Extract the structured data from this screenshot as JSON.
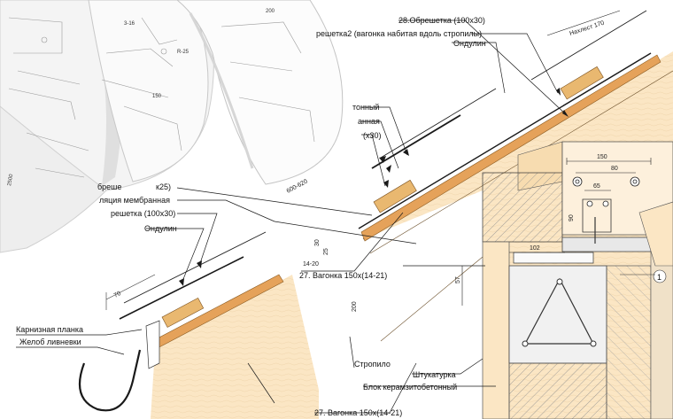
{
  "labels": {
    "obreshetka_28": "28.Обрешетка (100х30)",
    "obreshetka_2": "решетка2 (вагонка набитая вдоль стропилы)",
    "ondulin_top": "Ондулин",
    "nakhlest": "Нахлест 170",
    "tonny": "тонный",
    "annaya": "анная",
    "x30": "(х30)",
    "obreshetka_left": "бреше",
    "obreshetka_left_end": "к25)",
    "membrane": "ляция мембранная",
    "obreshetka_100": "решетка (100х30)",
    "ondulin_left": "Ондулин",
    "karniz": "Карнизная планка",
    "zhelob": "Желоб ливневки",
    "vagonka_center": "27. Вагонка 150х(14-21)",
    "vagonka_bottom": "27. Вагонка 150х(14-21)",
    "stropilo": "Стропило",
    "shtukaturka": "Штукатурка",
    "blok": "Блок керамзитобетонный",
    "callout_1": "1"
  },
  "dims": {
    "d70": "70",
    "d150": "150",
    "d80": "80",
    "d65": "65",
    "d90": "90",
    "d102": "102",
    "d57": "57",
    "d14_20": "14-20",
    "d30": "30",
    "d25": "25",
    "d200": "200",
    "d600": "600-620"
  },
  "sheet": {
    "n150": "150",
    "n2500": "2500",
    "r": "R-25",
    "top1": "200",
    "top2": "3-16"
  },
  "colors": {
    "wood": "#fbe6c4",
    "wood_dark": "#e9b870",
    "ondulin": "#e5a25a",
    "line": "#1a1a1a",
    "hatch": "#9a9a9a"
  }
}
